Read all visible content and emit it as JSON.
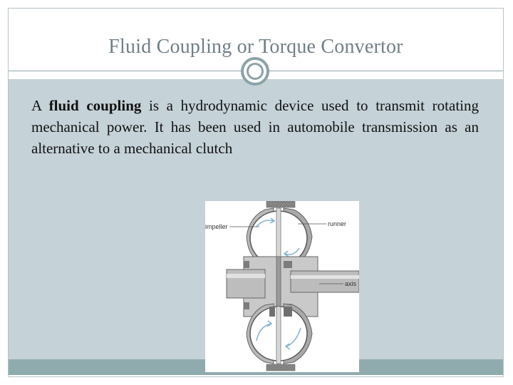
{
  "slide": {
    "title": "Fluid Coupling or Torque Convertor",
    "body": {
      "intro": "A ",
      "term": "fluid coupling",
      "rest": " is a hydrodynamic device used to transmit rotating mechanical power. It has been used in automobile transmission as an alternative to a mechanical clutch"
    }
  },
  "figure": {
    "labels": {
      "impeller": "impeller",
      "runner": "runner",
      "axis": "axis"
    }
  },
  "colors": {
    "content_background": "#c5d2d8",
    "footer_bar": "#8fabad",
    "title_text": "#6f7f86",
    "ring": "#8aa3a8"
  }
}
